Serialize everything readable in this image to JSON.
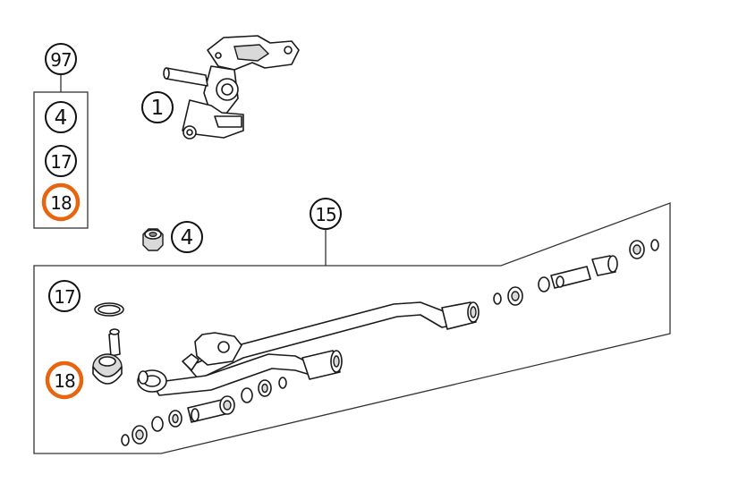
{
  "callouts": {
    "c97": "97",
    "c1": "1",
    "c4_kit": "4",
    "c17_kit": "17",
    "c18_kit": "18",
    "c15": "15",
    "c4_nut": "4",
    "c17_assy": "17",
    "c18_assy": "18"
  },
  "colors": {
    "highlight": "#E8650F",
    "line": "#1a1a1a"
  },
  "icons": {
    "steering-knuckle": "steering-knuckle-icon",
    "lock-nut": "lock-nut-icon",
    "ball-joint": "ball-joint-icon",
    "retaining-ring": "retaining-ring-icon",
    "a-arm": "a-arm-icon",
    "bushing": "bushing-icon",
    "washer": "washer-icon"
  }
}
